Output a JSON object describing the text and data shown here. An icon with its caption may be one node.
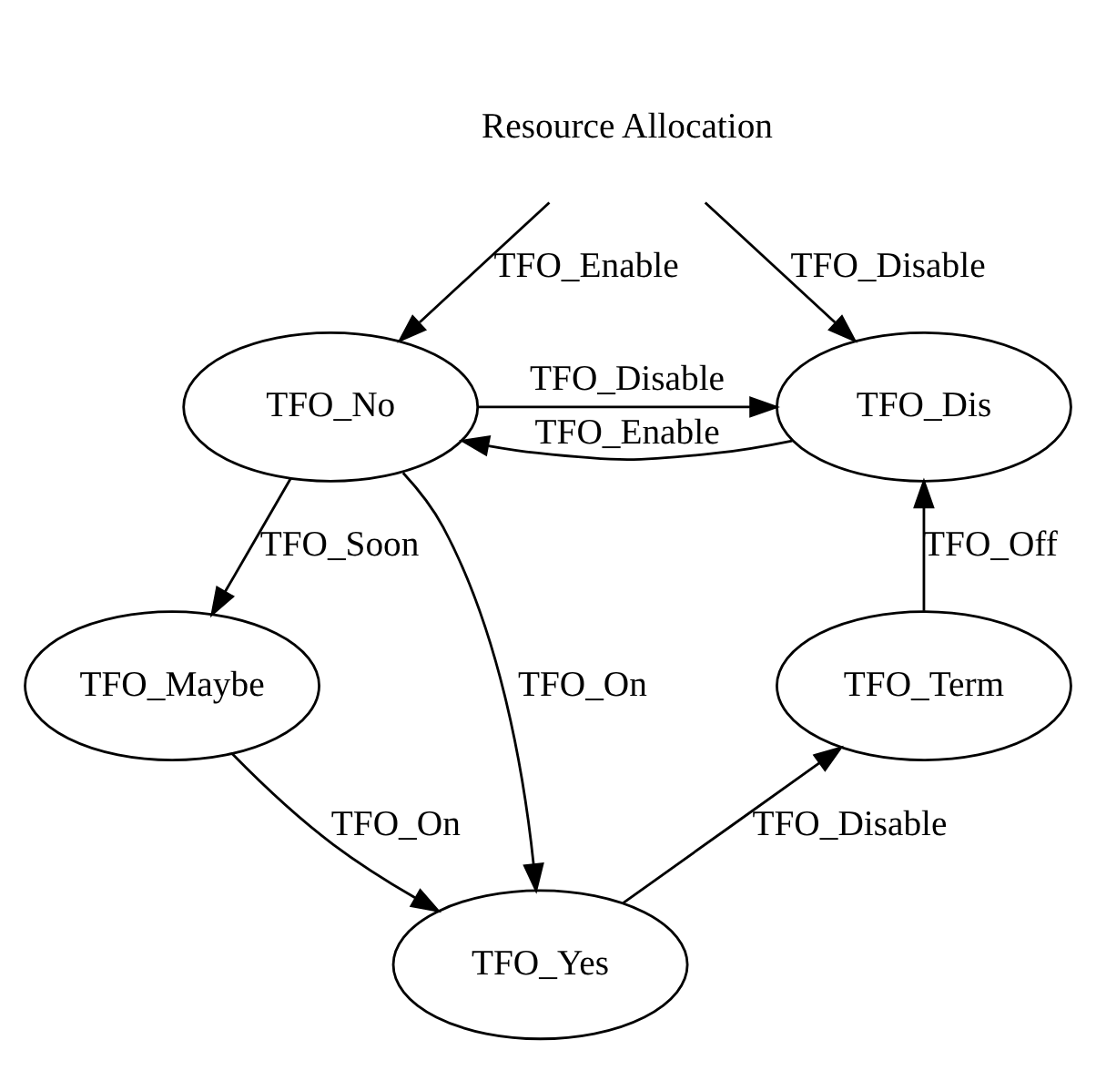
{
  "diagram": {
    "nodes": [
      {
        "text": [
          "Resource Allocation"
        ]
      },
      {
        "text": [
          "TFO_No"
        ]
      },
      {
        "text": [
          "TFO_Dis"
        ]
      },
      {
        "text": [
          "TFO_Maybe"
        ]
      },
      {
        "text": [
          "TFO_Term"
        ]
      },
      {
        "text": [
          "TFO_Yes"
        ]
      }
    ],
    "edges": [
      {
        "from": 0,
        "to": 1,
        "arrow": "to",
        "label": "TFO_Enable"
      },
      {
        "from": 0,
        "to": 2,
        "arrow": "to",
        "label": "TFO_Disable"
      },
      {
        "from": 1,
        "to": 2,
        "arrow": "to",
        "label": "TFO_Disable"
      },
      {
        "from": 2,
        "to": 1,
        "arrow": "to",
        "label": "TFO_Enable"
      },
      {
        "from": 1,
        "to": 3,
        "arrow": "to",
        "label": "TFO_Soon"
      },
      {
        "from": 3,
        "to": 5,
        "arrow": "to",
        "label": "TFO_On"
      },
      {
        "from": 1,
        "to": 5,
        "arrow": "to",
        "label": "TFO_On"
      },
      {
        "from": 5,
        "to": 4,
        "arrow": "to",
        "label": "TFO_Disable"
      },
      {
        "from": 4,
        "to": 2,
        "arrow": "to",
        "label": "TFO_Off"
      }
    ]
  }
}
